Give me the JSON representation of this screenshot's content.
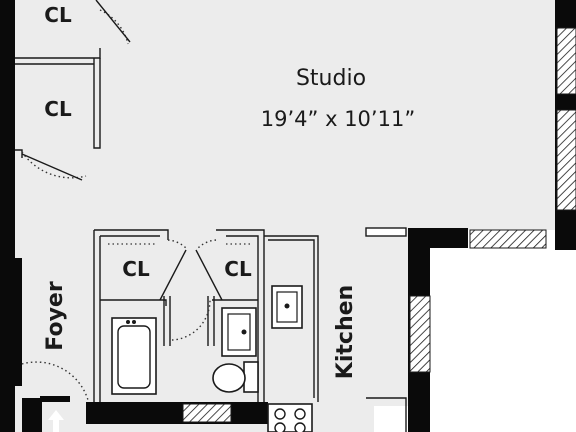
{
  "colors": {
    "floor": "#ececec",
    "wall": "#0a0a0a",
    "outline": "#1a1a1a",
    "door_dots": "#333333",
    "background": "#ffffff"
  },
  "rooms": {
    "closet_top": {
      "label": "CL"
    },
    "closet_left": {
      "label": "CL"
    },
    "closet_mid_left": {
      "label": "CL"
    },
    "closet_mid_right": {
      "label": "CL"
    },
    "studio": {
      "name": "Studio",
      "dimensions": "19’4” x 10’11”"
    },
    "foyer": {
      "name": "Foyer"
    },
    "kitchen": {
      "name": "Kitchen"
    }
  },
  "icons": {
    "entry": "arrow-up-icon",
    "bathtub": "bathtub-icon",
    "sink": "sink-icon",
    "toilet": "toilet-icon",
    "kitchen_sink": "kitchen-sink-icon",
    "stove": "stove-icon"
  }
}
